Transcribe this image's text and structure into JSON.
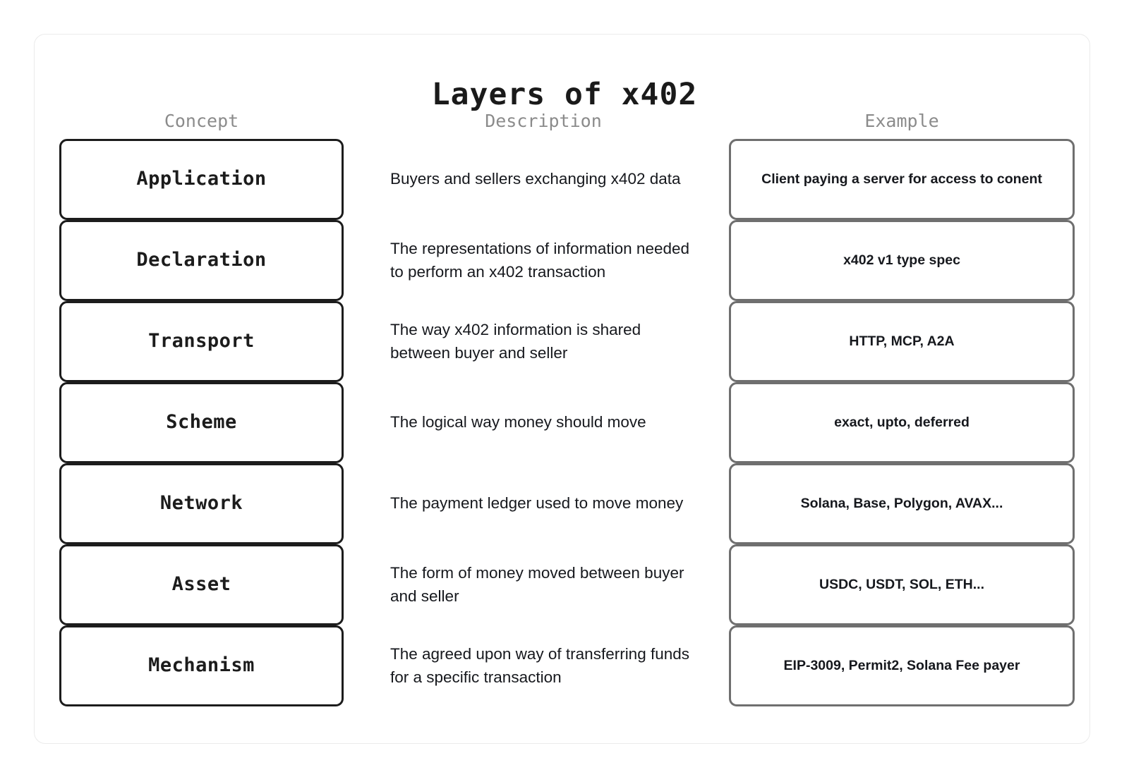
{
  "page": {
    "title": "Layers of x402",
    "background_color": "#ffffff",
    "card_border_color": "#ebebeb",
    "concept_border_color": "#1c1c1c",
    "example_border_color": "#6f6f6f",
    "header_text_color": "#8b8b8b"
  },
  "columns": {
    "concept": "Concept",
    "description": "Description",
    "example": "Example"
  },
  "chart_data": {
    "type": "table",
    "title": "Layers of x402",
    "columns": [
      "Concept",
      "Description",
      "Example"
    ],
    "rows": [
      [
        "Application",
        "Buyers and sellers exchanging x402 data",
        "Client paying a server for access to conent"
      ],
      [
        "Declaration",
        "The representations of information needed to perform an x402 transaction",
        "x402 v1 type spec"
      ],
      [
        "Transport",
        "The way x402 information is shared between buyer and seller",
        "HTTP, MCP, A2A"
      ],
      [
        "Scheme",
        "The logical way money should move",
        "exact, upto, deferred"
      ],
      [
        "Network",
        "The payment ledger used to move money",
        "Solana, Base, Polygon, AVAX..."
      ],
      [
        "Asset",
        "The form of money moved between buyer and seller",
        "USDC, USDT, SOL, ETH..."
      ],
      [
        "Mechanism",
        "The agreed upon way of transferring funds for a specific transaction",
        "EIP-3009, Permit2, Solana Fee payer"
      ]
    ]
  },
  "layers": [
    {
      "concept": "Application",
      "description": "Buyers and sellers exchanging x402 data",
      "example": "Client paying a server for access to conent"
    },
    {
      "concept": "Declaration",
      "description": "The representations of information needed to perform an x402 transaction",
      "example": "x402 v1 type spec"
    },
    {
      "concept": "Transport",
      "description": "The way x402 information is shared between buyer and seller",
      "example": "HTTP, MCP, A2A"
    },
    {
      "concept": "Scheme",
      "description": "The logical way money should move",
      "example": "exact, upto, deferred"
    },
    {
      "concept": "Network",
      "description": "The payment ledger used to move money",
      "example": "Solana, Base, Polygon, AVAX..."
    },
    {
      "concept": "Asset",
      "description": "The form of money moved between buyer and seller",
      "example": "USDC, USDT, SOL, ETH..."
    },
    {
      "concept": "Mechanism",
      "description": "The agreed upon way of transferring funds for a specific transaction",
      "example": "EIP-3009, Permit2, Solana Fee payer"
    }
  ]
}
